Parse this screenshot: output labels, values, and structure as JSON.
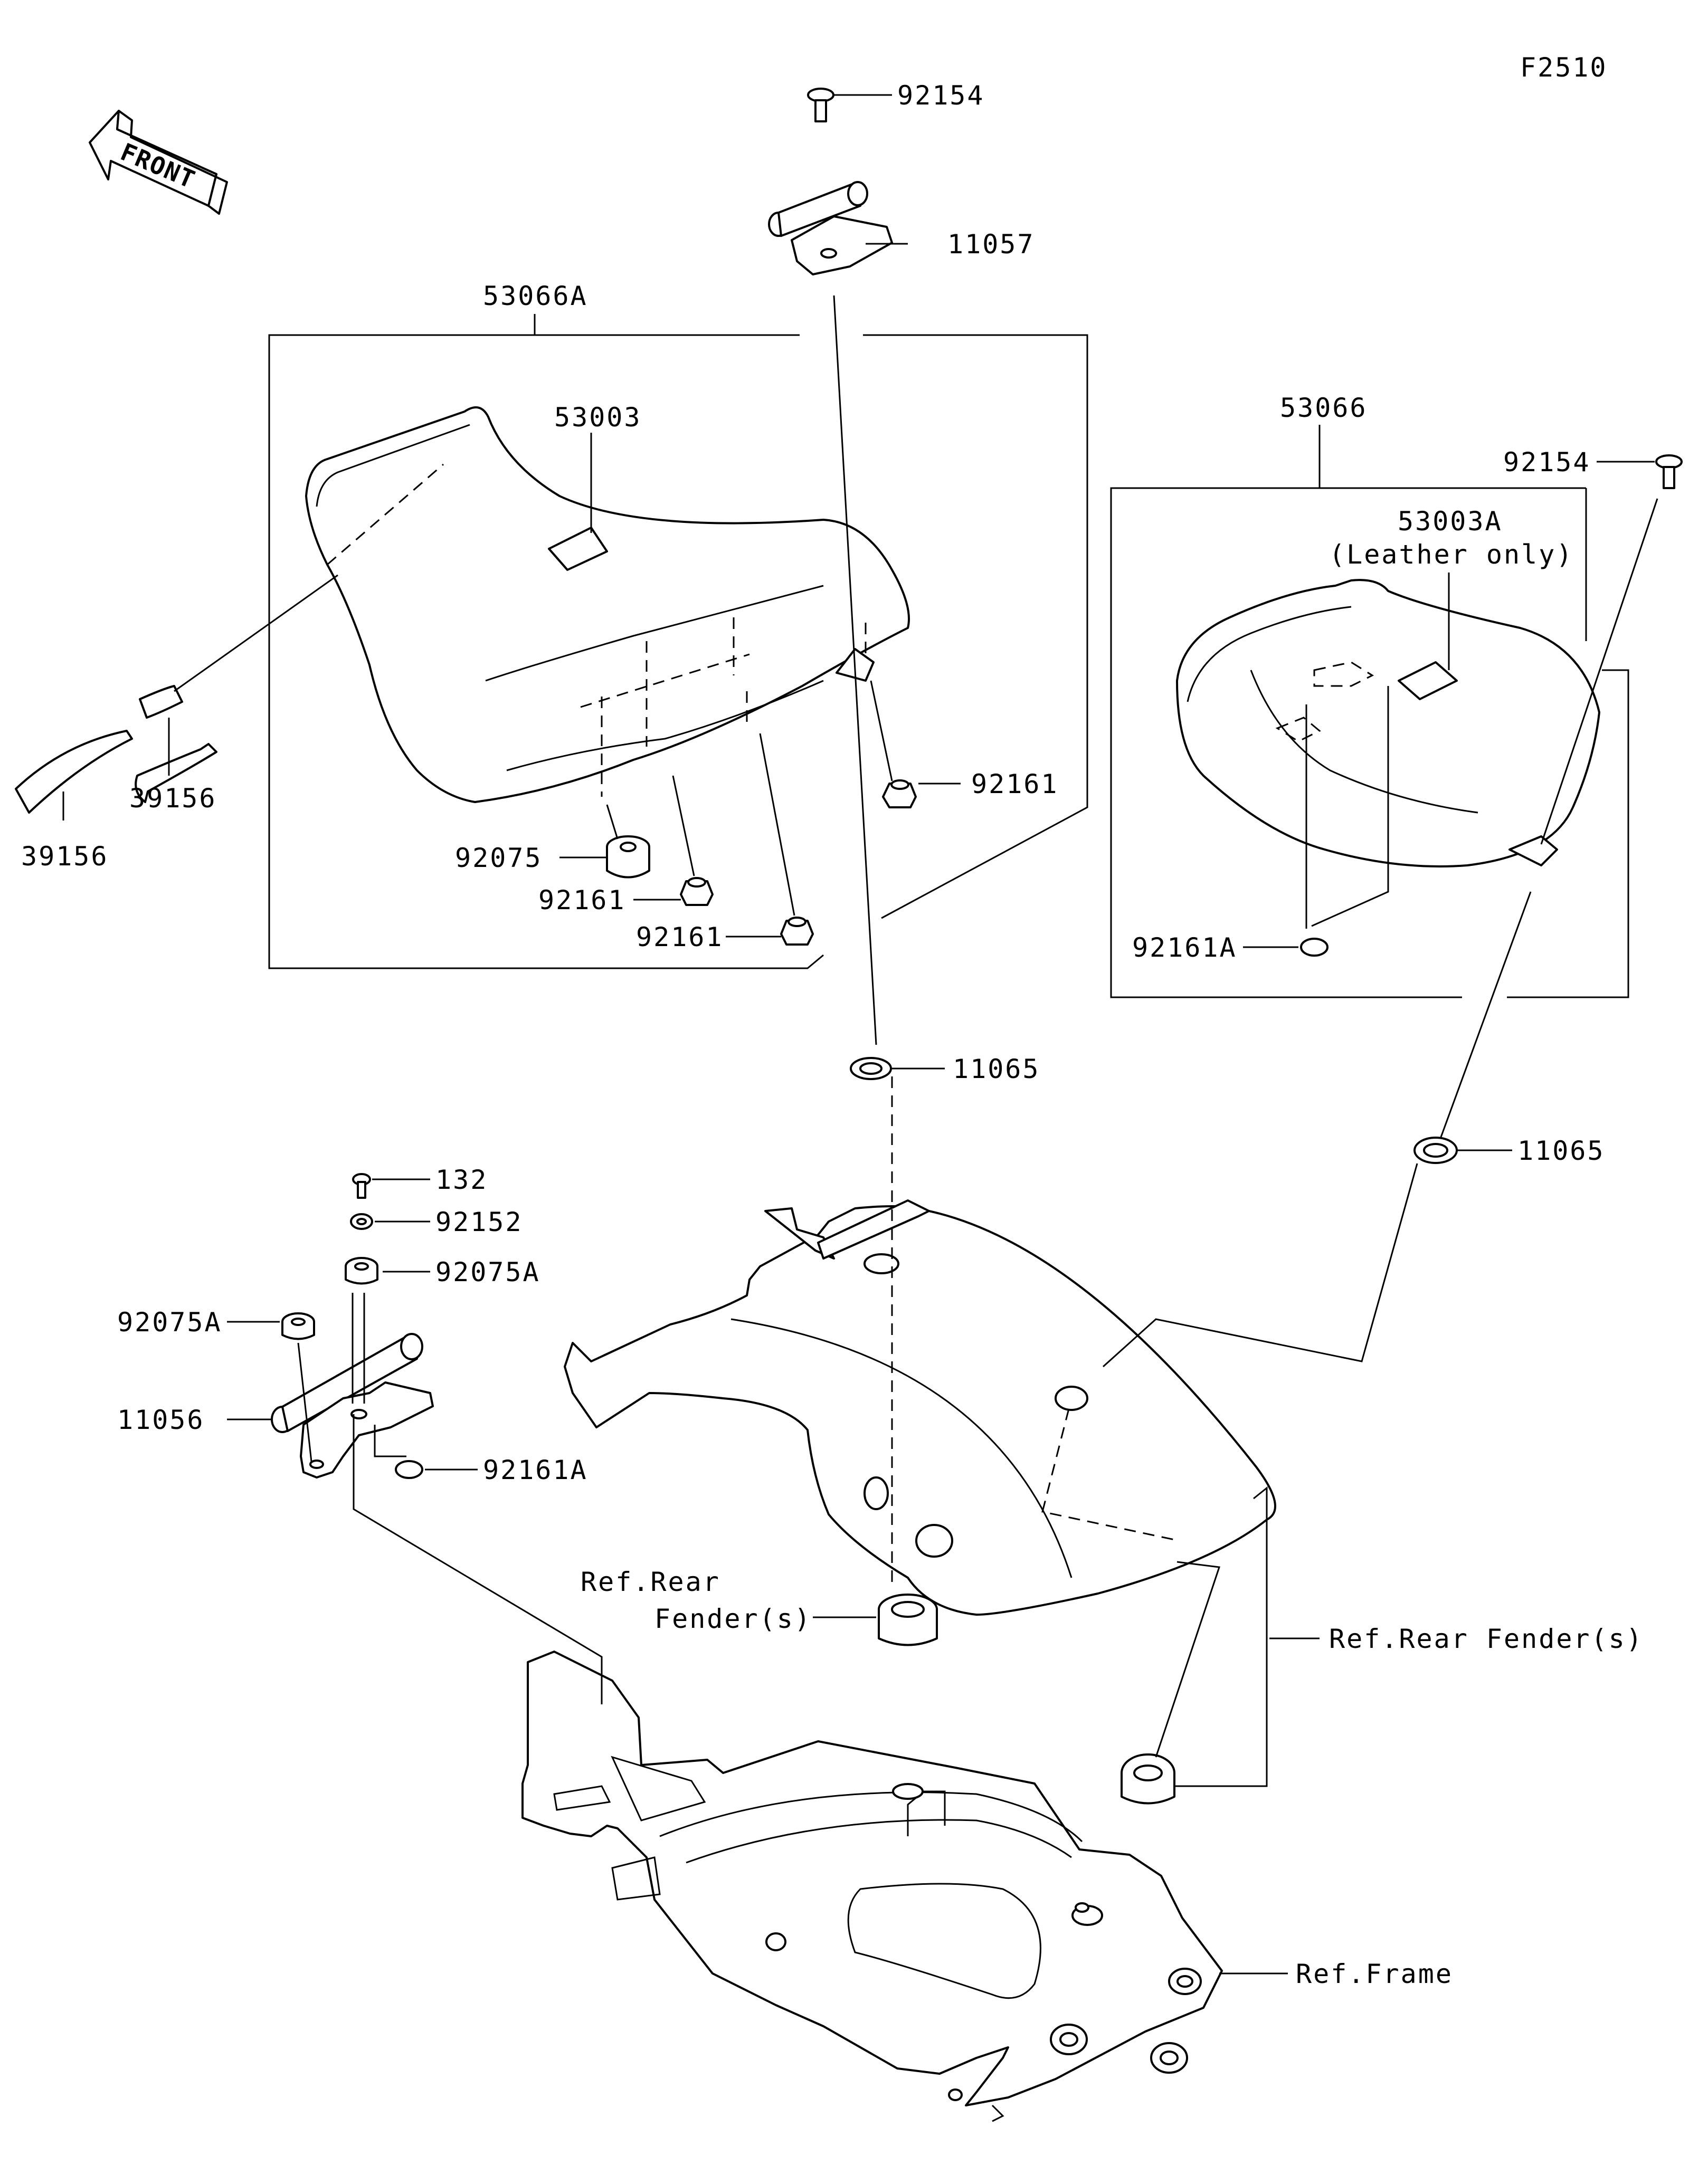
{
  "figure_code": "F2510",
  "front_arrow_label": "FRONT",
  "callouts": {
    "c_92154_top": "92154",
    "c_11057": "11057",
    "c_53066A": "53066A",
    "c_53003": "53003",
    "c_39156_a": "39156",
    "c_39156_b": "39156",
    "c_92161_a": "92161",
    "c_92075": "92075",
    "c_92161_b": "92161",
    "c_92161_c": "92161",
    "c_53066": "53066",
    "c_92154_right": "92154",
    "c_53003A": "53003A",
    "c_leather_only": "(Leather only)",
    "c_92161A_right": "92161A",
    "c_11065_a": "11065",
    "c_11065_b": "11065",
    "c_132": "132",
    "c_92152": "92152",
    "c_92075A_a": "92075A",
    "c_92075A_b": "92075A",
    "c_11056": "11056",
    "c_92161A_left": "92161A",
    "c_ref_rear_line1": "Ref.Rear",
    "c_ref_rear_line2": "Fender(s)",
    "c_ref_rear_fenders": "Ref.Rear Fender(s)",
    "c_ref_frame": "Ref.Frame"
  }
}
